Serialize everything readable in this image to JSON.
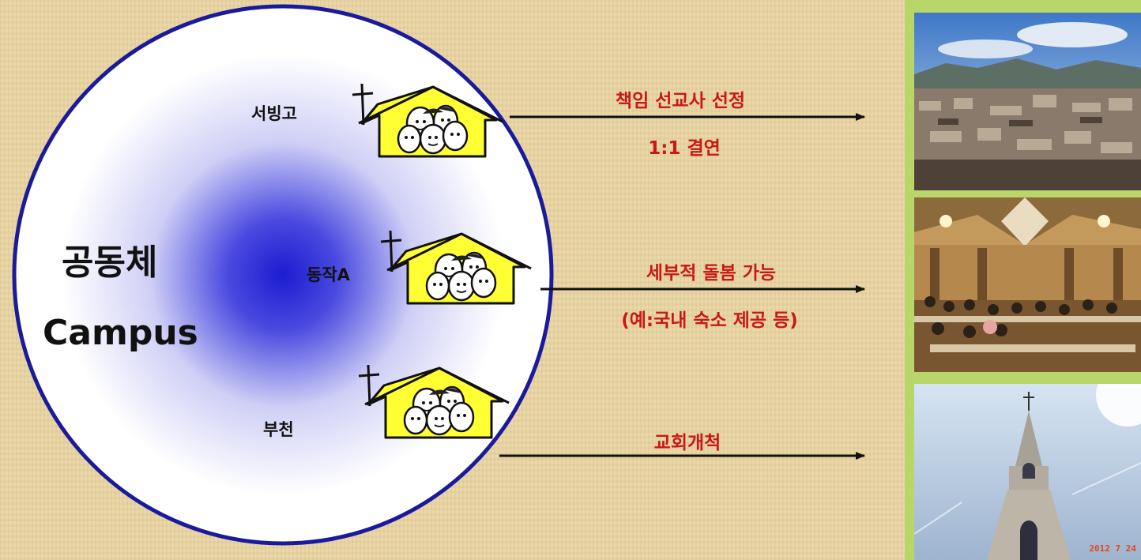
{
  "community": {
    "title_ko": "공동체",
    "title_en": "Campus"
  },
  "churches": [
    {
      "name": "서빙고"
    },
    {
      "name": "동작A"
    },
    {
      "name": "부천"
    }
  ],
  "arrows": [
    {
      "lines": [
        "책임 선교사 선정",
        "1:1 결연"
      ]
    },
    {
      "lines": [
        "세부적 돌봄 가능",
        "(예:국내 숙소 제공 등)"
      ]
    },
    {
      "lines": [
        "교회개척"
      ]
    }
  ],
  "photos": [
    {
      "subject": "city-panorama-photo"
    },
    {
      "subject": "meeting-hall-photo"
    },
    {
      "subject": "church-steeple-photo",
      "date_stamp": "2012 7 24"
    }
  ],
  "colors": {
    "background": "#e8d4a2",
    "circle_border": "#1a1a9c",
    "circle_center": "#1c1cd0",
    "arrow_text": "#c81818",
    "house_fill": "#ffff33",
    "photo_frame": "#b9d66a"
  }
}
